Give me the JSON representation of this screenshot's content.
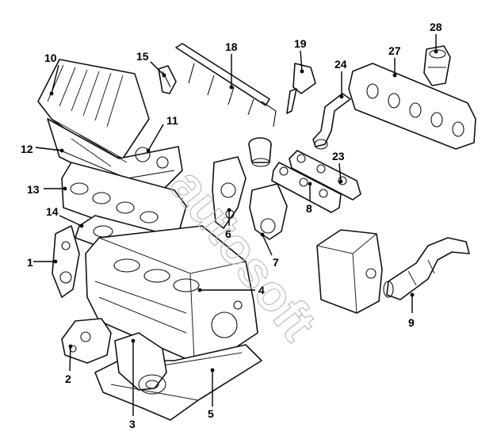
{
  "watermark": "autosoft",
  "colors": {
    "line": "#111111",
    "background": "#ffffff",
    "watermark": "#bdbdbd"
  },
  "callouts": [
    {
      "id": "p1",
      "label": "1"
    },
    {
      "id": "p2",
      "label": "2"
    },
    {
      "id": "p3",
      "label": "3"
    },
    {
      "id": "p4",
      "label": "4"
    },
    {
      "id": "p5",
      "label": "5"
    },
    {
      "id": "p6",
      "label": "6"
    },
    {
      "id": "p7",
      "label": "7"
    },
    {
      "id": "p8",
      "label": "8"
    },
    {
      "id": "p9",
      "label": "9"
    },
    {
      "id": "p10",
      "label": "10"
    },
    {
      "id": "p11",
      "label": "11"
    },
    {
      "id": "p12",
      "label": "12"
    },
    {
      "id": "p13",
      "label": "13"
    },
    {
      "id": "p14",
      "label": "14"
    },
    {
      "id": "p15",
      "label": "15"
    },
    {
      "id": "p18",
      "label": "18"
    },
    {
      "id": "p19",
      "label": "19"
    },
    {
      "id": "p23",
      "label": "23"
    },
    {
      "id": "p24",
      "label": "24"
    },
    {
      "id": "p27",
      "label": "27"
    },
    {
      "id": "p28",
      "label": "28"
    }
  ]
}
